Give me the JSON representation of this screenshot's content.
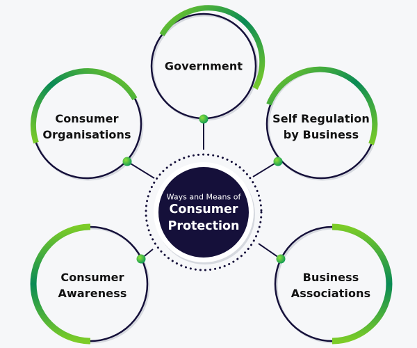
{
  "colors": {
    "background": "#f6f7f9",
    "navy": "#15103a",
    "green_dark": "#0a8a55",
    "green_light": "#7ccc28",
    "shadow": "#d6d9df"
  },
  "center": {
    "subtitle": "Ways and Means of",
    "title_line1": "Consumer",
    "title_line2": "Protection"
  },
  "nodes": [
    {
      "id": "government",
      "line1": "Government",
      "line2": ""
    },
    {
      "id": "consumer-organisations",
      "line1": "Consumer",
      "line2": "Organisations"
    },
    {
      "id": "self-regulation",
      "line1": "Self Regulation",
      "line2": "by Business"
    },
    {
      "id": "consumer-awareness",
      "line1": "Consumer",
      "line2": "Awareness"
    },
    {
      "id": "business-associations",
      "line1": "Business",
      "line2": "Associations"
    }
  ]
}
